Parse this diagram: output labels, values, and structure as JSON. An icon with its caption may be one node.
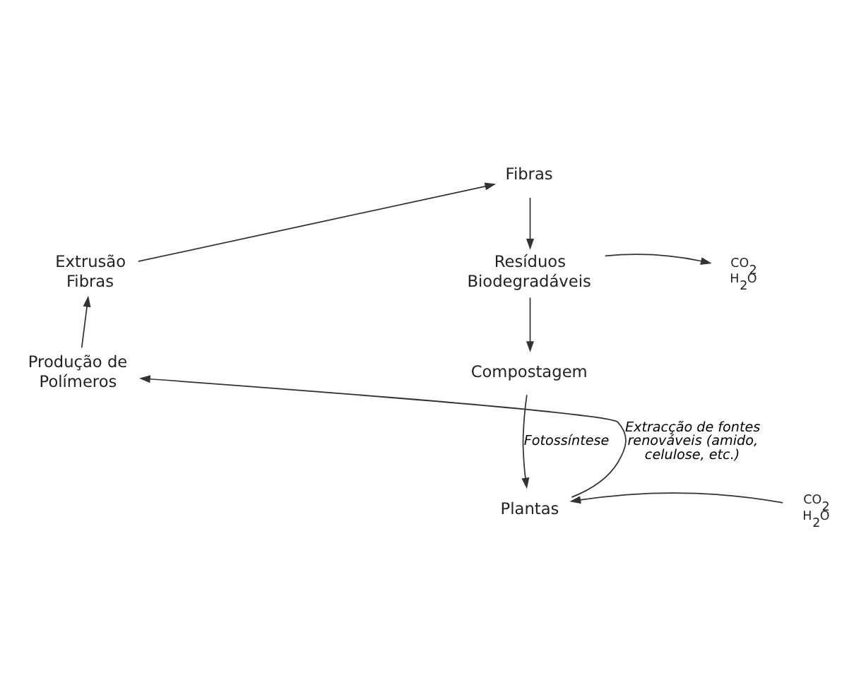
{
  "diagram": {
    "nodes": [
      {
        "text": [
          "Fibras"
        ]
      },
      {
        "text": [
          "Resíduos Biodegradáveis"
        ]
      },
      {
        "text": [
          "Compostagem"
        ]
      },
      {
        "text": [
          "Plantas"
        ]
      },
      {
        "text": [
          "Produção de Polímeros"
        ]
      },
      {
        "text": [
          "Extrusão Fibras"
        ]
      },
      {
        "text": [
          "CO$_{2}$ H$_{2}$O"
        ]
      },
      {
        "text": [
          "CO$_{2}$ H$_{2}$O"
        ]
      }
    ],
    "edges": [
      {
        "from": 0,
        "to": 1,
        "arrow": "to"
      },
      {
        "from": 1,
        "to": 2,
        "arrow": "to"
      },
      {
        "from": 1,
        "to": 6,
        "arrow": "to"
      },
      {
        "from": 2,
        "to": 3,
        "arrow": "to",
        "label": "Fotossíntese"
      },
      {
        "from": 7,
        "to": 3,
        "arrow": "to"
      },
      {
        "from": 3,
        "to": 4,
        "arrow": "to",
        "label": "Extracção de fontes renováveis (amido, celulose, etc.)"
      },
      {
        "from": 4,
        "to": 5,
        "arrow": "to"
      },
      {
        "from": 5,
        "to": 0,
        "arrow": "to"
      }
    ]
  }
}
